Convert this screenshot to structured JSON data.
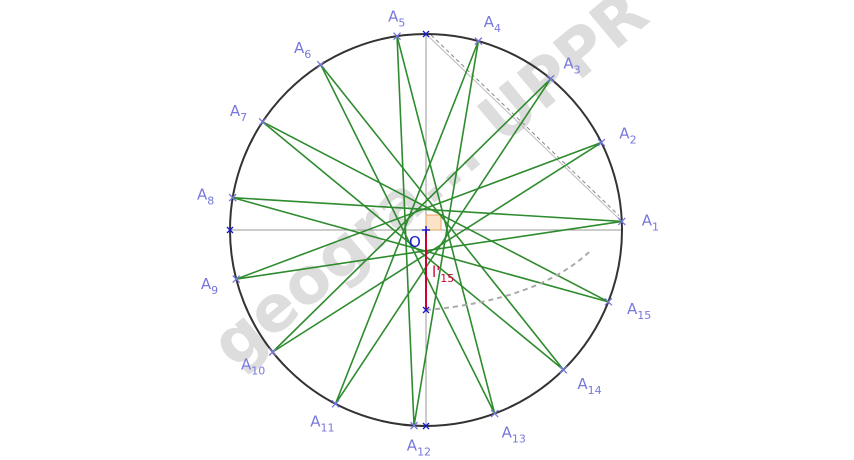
{
  "construction": {
    "n": 15,
    "step": 7,
    "center_label": "O",
    "segment_label": "l'",
    "segment_sub": "15",
    "vertex_letter": "A",
    "watermark": "geogra... UPPR"
  },
  "colors": {
    "circle": "#333333",
    "star": "#2e8b2e",
    "vertex": "#7777dd",
    "aux_point": "#1a1acc",
    "axis": "#999999",
    "segment": "#cc0033",
    "arc": "#aaaaaa",
    "right_angle_fill": "#fbe3c8",
    "right_angle_stroke": "#e8a060"
  }
}
